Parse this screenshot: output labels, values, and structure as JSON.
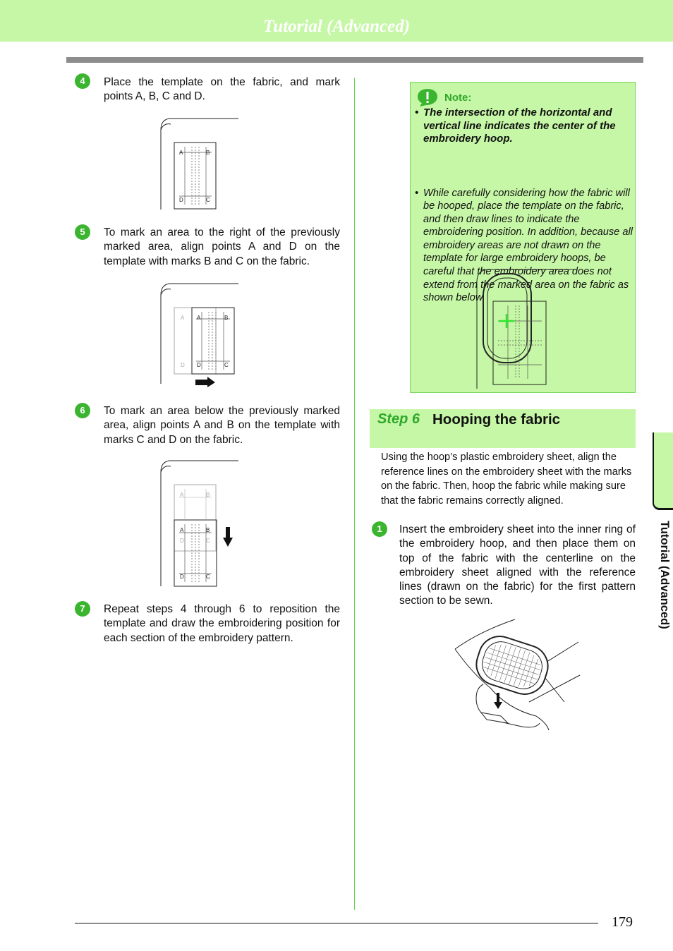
{
  "header": {
    "title": "Tutorial (Advanced)"
  },
  "steps_left": [
    {
      "num": "4",
      "text": "Place the template on the fabric, and mark points A, B, C and D."
    },
    {
      "num": "5",
      "text": "To mark an area to the right of the previously marked area, align points A and D on the template with marks B and C on the fabric."
    },
    {
      "num": "6",
      "text": "To mark an area below the previously marked area, align points A and B on the template with marks C and D on the fabric."
    },
    {
      "num": "7",
      "text": "Repeat steps 4 through 6 to reposition the template and draw the embroidering position for each section of the embroidery pattern."
    }
  ],
  "figure_labels": {
    "a": "A",
    "b": "B",
    "c": "C",
    "d": "D"
  },
  "note": {
    "label": "Note:",
    "bullet": "•",
    "bold_item": "The intersection of the horizontal and vertical line indicates the center of the embroidery hoop.",
    "item": "While carefully considering how the fabric will be hooped, place the template on the fabric, and then draw lines to indicate the embroidering position. In addition, because all embroidery areas are not drawn on the template for large embroidery hoops, be careful that the embroidery area does not extend from the marked area on the fabric as shown below."
  },
  "step6": {
    "label": "Step 6",
    "title": "Hooping the fabric",
    "intro": "Using the hoop’s plastic embroidery sheet, align the reference lines on the embroidery sheet with the marks on the fabric. Then, hoop the fabric while making sure that the fabric remains correctly aligned.",
    "step1_num": "1",
    "step1_text": "Insert the embroidery sheet into the inner ring of the embroidery hoop, and then place them on top of the fabric with the centerline on the embroidery sheet aligned with the reference lines (drawn on the fabric) for the first pattern section to be sewn."
  },
  "side_tab": {
    "label": "Tutorial (Advanced)"
  },
  "footer": {
    "page_number": "179"
  },
  "colors": {
    "accent_green": "#3bb52f",
    "panel_green": "#c6f7a6",
    "rule_gray": "#8d8d8d"
  }
}
